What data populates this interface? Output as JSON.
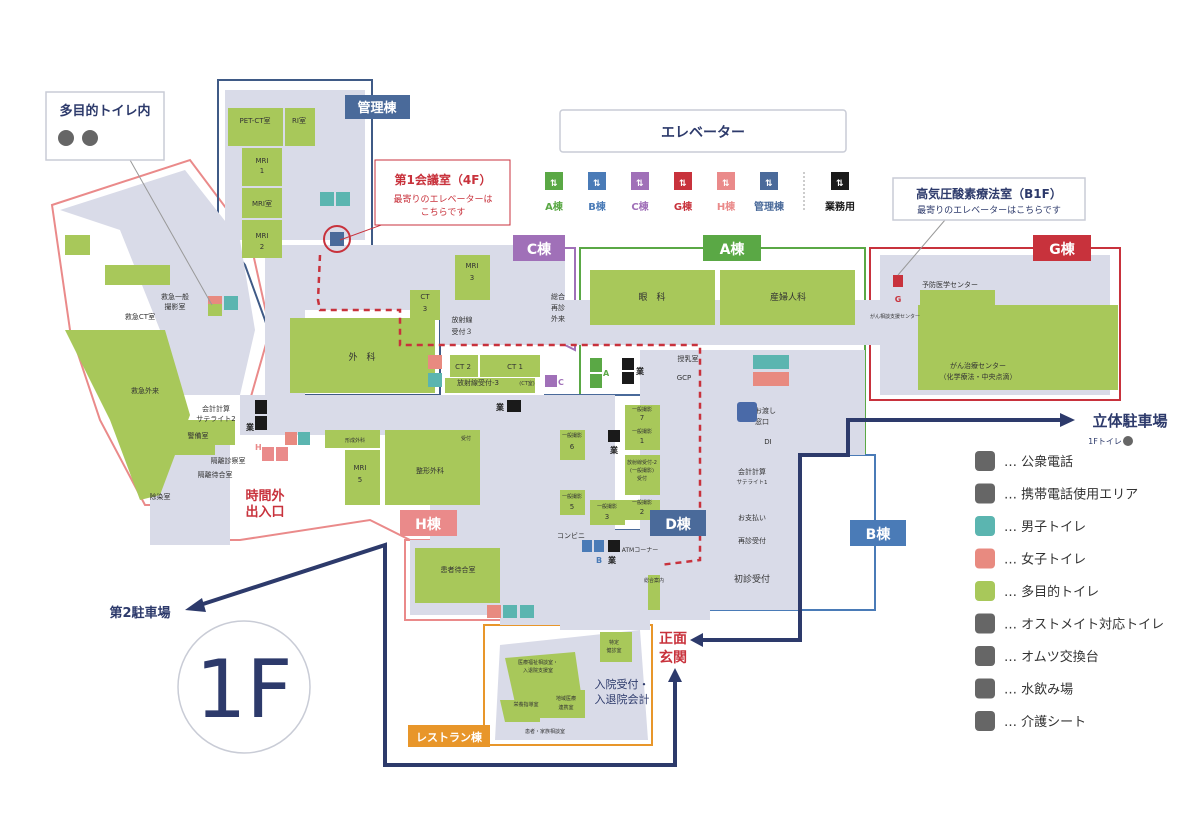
{
  "floor": "1F",
  "callouts": {
    "multi_toilet_inside": "多目的トイレ内",
    "meeting_room_title": "第1会議室（4F）",
    "meeting_room_sub1": "最寄りのエレベーターは",
    "meeting_room_sub2": "こちらです",
    "hyperbaric_title": "高気圧酸素療法室（B1F）",
    "hyperbaric_sub": "最寄りのエレベーターはこちらです"
  },
  "elevator_legend": {
    "title": "エレベーター",
    "items": [
      {
        "label": "A棟",
        "color": "#5aa845"
      },
      {
        "label": "B棟",
        "color": "#4a7bb7"
      },
      {
        "label": "C棟",
        "color": "#a070b8"
      },
      {
        "label": "G棟",
        "color": "#c8323c"
      },
      {
        "label": "H棟",
        "color": "#ea8a8a"
      },
      {
        "label": "管理棟",
        "color": "#4a6a9a"
      }
    ],
    "staff": {
      "label": "業務用",
      "color": "#1a1a1a"
    }
  },
  "buildings": {
    "admin": {
      "label": "管理棟",
      "color": "#3f5a86"
    },
    "c": {
      "label": "C棟",
      "color": "#a070b8"
    },
    "a": {
      "label": "A棟",
      "color": "#5aa845"
    },
    "g": {
      "label": "G棟",
      "color": "#c8323c"
    },
    "h": {
      "label": "H棟",
      "color": "#ea8a8a"
    },
    "d": {
      "label": "D棟",
      "color": "#4a6a9a"
    },
    "b": {
      "label": "B棟",
      "color": "#4a7bb7"
    },
    "restaurant": {
      "label": "レストラン棟",
      "color": "#e8962a"
    }
  },
  "rooms": {
    "pet_ct": "PET-CT室",
    "ri": "RI室",
    "mri1": "MRI",
    "mri1_num": "1",
    "mri_room": "MRI室",
    "mri2": "MRI",
    "mri2_num": "2",
    "geka": "外　科",
    "mri3": "MRI",
    "mri3_num": "3",
    "ct3": "CT",
    "ct3_num": "3",
    "rad3": "放射線",
    "rad3b": "受付３",
    "sogo1": "総合",
    "sogo2": "再診",
    "sogo3": "外来",
    "ganka": "眼　科",
    "sanfu": "産婦人科",
    "yobo": "予防医学センター",
    "gan1": "がん治療センター",
    "gan2": "（化学療法・中央点滴）",
    "gan_support": "がん相談支援センター",
    "kyukyu_ippan1": "救急一般",
    "kyukyu_ippan2": "撮影室",
    "kyukyu_ct": "救急CT室",
    "kyukyu_gairai": "救急外来",
    "kaikei2a": "会計計算",
    "kaikei2b": "サテライト2",
    "keibi": "警備室",
    "kakuri_shin": "隔離診察室",
    "kakuri_machi": "隔離待合室",
    "josen": "除染室",
    "ct2": "CT 2",
    "ct1": "CT 1",
    "rad3ct": "放射線受付-3",
    "rad3ct_small": "(CT室)",
    "keisei_small": "形成外科",
    "uketsuke_small": "受付",
    "seikei": "整形外科",
    "mri5": "MRI",
    "mri5_num": "5",
    "nyusen": "授乳室",
    "gcp": "GCP",
    "ippan7": "一般撮影",
    "ippan7n": "7",
    "ippan1": "一般撮影",
    "ippan1n": "1",
    "ippan6": "一般撮影",
    "ippan6n": "6",
    "rad2a": "放射線受付-2",
    "rad2b": "(一般撮影)",
    "rad2c": "受付",
    "ippan5": "一般撮影",
    "ippan5n": "5",
    "ippan3": "一般撮影",
    "ippan3n": "3",
    "ippan2": "一般撮影",
    "ippan2n": "2",
    "kusuri1": "薬お渡し",
    "kusuri2": "窓口",
    "di": "DI",
    "kaikei1a": "会計計算",
    "kaikei1b": "サテライト1",
    "oshiharai": "お支払い",
    "saishin": "再診受付",
    "shoshin": "初診受付",
    "konbini": "コンビニ",
    "atm": "ATMコーナー",
    "kanja": "患者待合室",
    "soudan": "総合案内",
    "nyuin_kanri1": "医療福祉相談室・",
    "nyuin_kanri2": "入退院支援室",
    "eiyou": "栄養指導室",
    "chiiki1": "地域医療",
    "chiiki2": "連携室",
    "kanja_soudan": "患者・家族相談室",
    "tokutei1": "特定",
    "tokutei2": "健診室",
    "nyuin1": "入院受付・",
    "nyuin2": "入退院会計"
  },
  "entrances": {
    "jikangai1": "時間外",
    "jikangai2": "出入口",
    "shomen1": "正面",
    "shomen2": "玄関"
  },
  "parking": {
    "tachi": "立体駐車場",
    "tachi_sub": "1Fトイレ",
    "second": "第2駐車場"
  },
  "small_marks": {
    "staff": "業",
    "a": "A",
    "b": "B",
    "c": "C",
    "g": "G",
    "h": "H"
  },
  "symbol_legend": [
    {
      "icon": "phone-icon",
      "label": "… 公衆電話",
      "bg": "#666"
    },
    {
      "icon": "mobile-icon",
      "label": "… 携帯電話使用エリア",
      "bg": "#666"
    },
    {
      "icon": "male-toilet-icon",
      "label": "… 男子トイレ",
      "bg": "#5bb5b0"
    },
    {
      "icon": "female-toilet-icon",
      "label": "… 女子トイレ",
      "bg": "#e88a80"
    },
    {
      "icon": "accessible-toilet-icon",
      "label": "… 多目的トイレ",
      "bg": "#a8c85a"
    },
    {
      "icon": "ostomate-icon",
      "label": "… オストメイト対応トイレ",
      "bg": "#666"
    },
    {
      "icon": "diaper-icon",
      "label": "… オムツ交換台",
      "bg": "#666"
    },
    {
      "icon": "water-icon",
      "label": "… 水飲み場",
      "bg": "#666"
    },
    {
      "icon": "care-sheet-icon",
      "label": "… 介護シート",
      "bg": "#666"
    }
  ],
  "colors": {
    "room_green": "#a8c85a",
    "corridor": "#d9dbe8",
    "route_navy": "#2d3a6b",
    "dashed_red": "#c8323c"
  }
}
